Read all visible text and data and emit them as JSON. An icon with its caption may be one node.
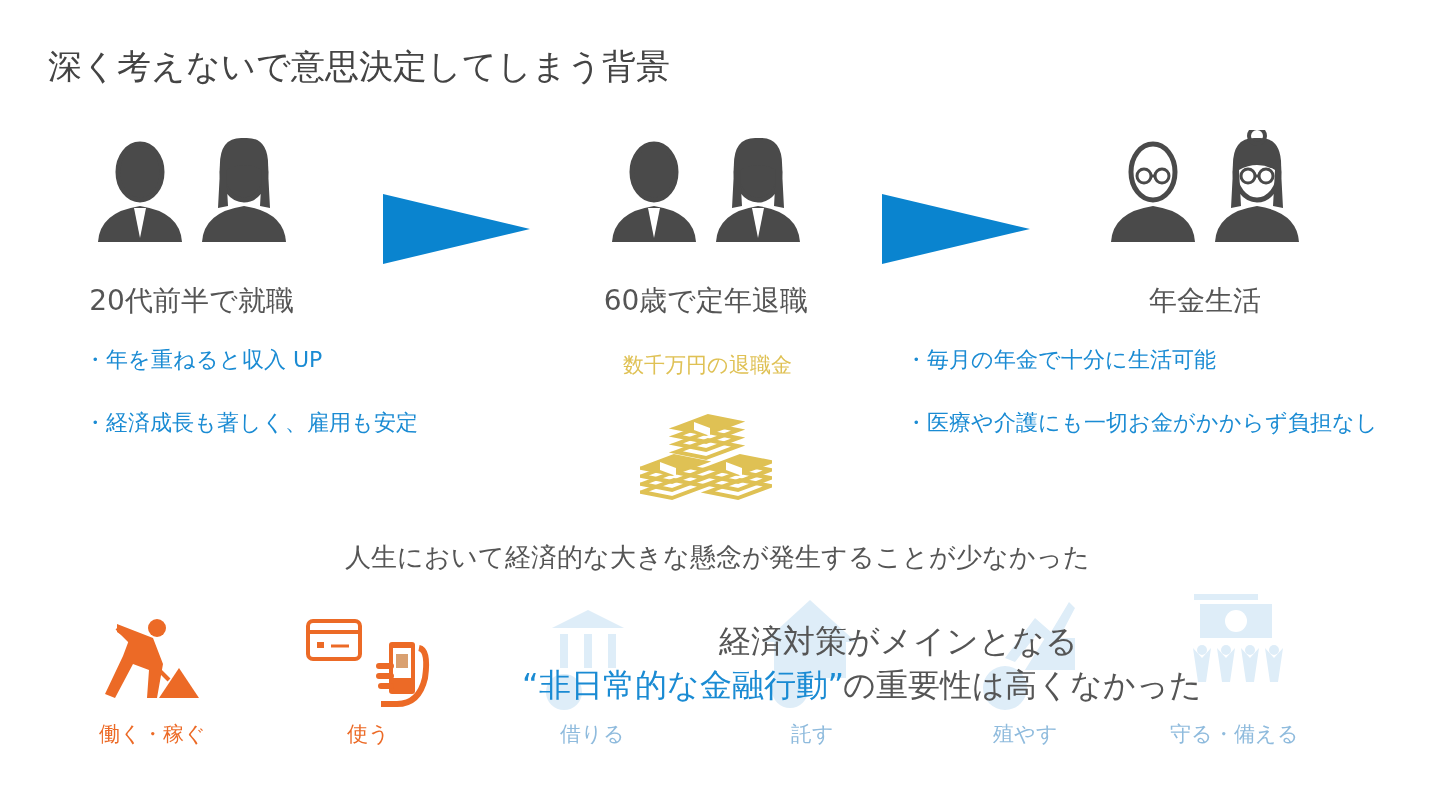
{
  "diagram": {
    "title": "深く考えないで意思決定してしまう背景",
    "nodes": [
      {
        "text": [
          "20代前半で就職"
        ]
      },
      {
        "text": [
          "60歳で定年退職"
        ]
      },
      {
        "text": [
          "年金生活"
        ]
      }
    ],
    "edges": [
      {
        "from": 0,
        "to": 1,
        "arrow": "to"
      },
      {
        "from": 1,
        "to": 2,
        "arrow": "to"
      }
    ],
    "labels": [
      "・年を重ねると収入 UP",
      "数千万円の退職金",
      "・毎月の年金で十分に生活可能",
      "・経済成長も著しく、雇用も安定",
      "・医療や介護にも一切お金がかからず負担なし",
      "人生において経済的な大きな懸念が発生することが少なかった",
      "経済対策がメインとなる",
      "“非日常的な金融行動”",
      "の重要性は高くなかった",
      "働く・稼ぐ",
      "使う",
      "借りる",
      "託す",
      "殖やす",
      "守る・備える"
    ]
  }
}
